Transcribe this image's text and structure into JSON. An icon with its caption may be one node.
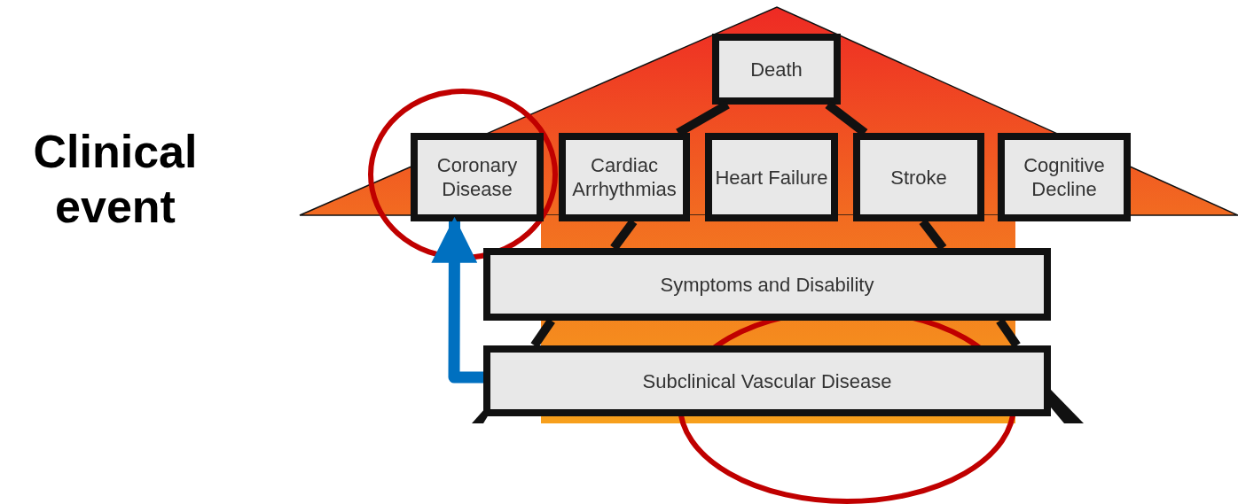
{
  "diagram": {
    "nodes": [
      {
        "text": [
          "Death"
        ]
      },
      {
        "text": [
          "Coronary Disease"
        ]
      },
      {
        "text": [
          "Cardiac Arrhythmias"
        ]
      },
      {
        "text": [
          "Heart Failure"
        ]
      },
      {
        "text": [
          "Stroke"
        ]
      },
      {
        "text": [
          "Cognitive Decline"
        ]
      },
      {
        "text": [
          "Symptoms and Disability"
        ]
      },
      {
        "text": [
          "Subclinical Vascular Disease"
        ]
      }
    ],
    "edges": [
      {
        "from": 0,
        "to": 2,
        "arrow": "none"
      },
      {
        "from": 0,
        "to": 4,
        "arrow": "none"
      },
      {
        "from": 2,
        "to": 6,
        "arrow": "none"
      },
      {
        "from": 4,
        "to": 6,
        "arrow": "none"
      },
      {
        "from": 6,
        "to": 7,
        "arrow": "none"
      },
      {
        "from": 6,
        "to": 7,
        "arrow": "none"
      },
      {
        "from": 7,
        "to": 1,
        "arrow": "to",
        "color": "#0070c0"
      }
    ],
    "labels": [
      "Clinical event"
    ]
  }
}
